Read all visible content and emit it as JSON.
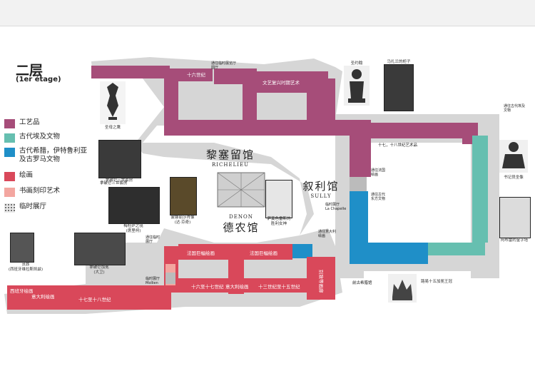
{
  "floor": {
    "title": "二层",
    "subtitle": "(1er étage)"
  },
  "legend": [
    {
      "label": "工艺品",
      "color": "#a64d79"
    },
    {
      "label": "古代埃及文物",
      "color": "#66bfb0"
    },
    {
      "label": "古代希腊，伊特鲁利亚及古罗马文物",
      "color": "#1f8fc8"
    },
    {
      "label": "绘画",
      "color": "#d9485a"
    },
    {
      "label": "书画刻印艺术",
      "color": "#f3a6a0"
    },
    {
      "label": "临时展厅",
      "color": "hatch"
    }
  ],
  "wings": {
    "richelieu": {
      "cn": "黎塞留馆",
      "fr": "RICHELIEU"
    },
    "sully": {
      "cn": "叙利馆",
      "fr": "SULLY"
    },
    "denon": {
      "cn": "德农馆",
      "fr": "DENON"
    }
  },
  "rooms": {
    "r1": "十六世纪",
    "r2": "文艺复兴时期艺术",
    "r3": "十七，十八世纪艺术品",
    "r4": "法国巨幅绘画",
    "r5": "法国巨幅绘画",
    "r6": "十六至十七世纪",
    "r7": "意大利绘画",
    "r8": "十三世纪至十五世纪",
    "r9": "十七至十八世纪",
    "r10": "意大利绘画",
    "r11": "西班牙绘画",
    "r12": "别致等画廊",
    "r13": "前古希腊馆",
    "r14": "拿破仑三世套房"
  },
  "artworks": {
    "a1": "圣母之鹰",
    "a2": "拿破仑三世套房",
    "a3": "梅杜萨之筏\n(席里柯)",
    "a4": "蒙娜丽莎肖像\n(达·芬奇)",
    "a5": "萨莫色雷斯的\n胜利女神",
    "a6": "拿破仑加冕\n(大卫)",
    "a7": "丧葬\n(西班牙维拉斯凯兹)",
    "a8": "圣约翰",
    "a9": "书记员坐像",
    "a10": "路易十五加冕王冠",
    "a11": "马扎兰的柜子",
    "a12": "阿布雷的金字塔"
  },
  "notes": {
    "n1": "通往临时展览厅\n圆厅",
    "n2": "通往法国\n绘画",
    "n3": "通往古代\n东方文物",
    "n4": "通往意大利\n绘画",
    "n5": "临时展厅\nLa Chapelle",
    "n6": "通往古代埃及\n文物",
    "n7": "临时展厅\nMollien",
    "n8": "通往临时\n展厅"
  }
}
